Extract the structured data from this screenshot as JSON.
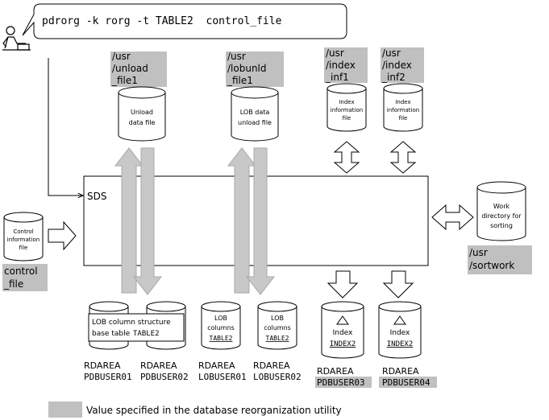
{
  "command": "pdrorg -k rorg -t TABLE2  control_file",
  "sds_label": "SDS",
  "control_file": {
    "cyl_lines": [
      "Control",
      "information",
      "file"
    ],
    "path_lines": [
      "control",
      "_file"
    ]
  },
  "unload_file": {
    "path_lines": [
      "/usr",
      "/unload",
      "_file1"
    ],
    "cyl_lines": [
      "Unload",
      "data file"
    ]
  },
  "lob_unload_file": {
    "path_lines": [
      "/usr",
      "/lobunld",
      "_file1"
    ],
    "cyl_lines": [
      "LOB data",
      "unload file"
    ]
  },
  "index_inf1": {
    "path_lines": [
      "/usr",
      "/index",
      "_inf1"
    ],
    "cyl_lines": [
      "Index",
      "information",
      "file"
    ]
  },
  "index_inf2": {
    "path_lines": [
      "/usr",
      "/index",
      "_inf2"
    ],
    "cyl_lines": [
      "Index",
      "information",
      "file"
    ]
  },
  "work_dir": {
    "cyl_lines": [
      "Work",
      "directory for",
      "sorting"
    ],
    "path_lines": [
      "/usr",
      "/sortwork"
    ]
  },
  "base_table": {
    "lines": [
      "LOB column structure",
      "base table"
    ],
    "table_name": "TABLE2"
  },
  "lob_cols_1": {
    "lines": [
      "LOB",
      "columns"
    ],
    "name": "TABLE2"
  },
  "lob_cols_2": {
    "lines": [
      "LOB",
      "columns"
    ],
    "name": "TABLE2"
  },
  "index_1": {
    "label": "Index",
    "name": "INDEX2"
  },
  "index_2": {
    "label": "Index",
    "name": "INDEX2"
  },
  "rdareas": [
    {
      "type": "RDAREA",
      "name": "PDBUSER01"
    },
    {
      "type": "RDAREA",
      "name": "PDBUSER02"
    },
    {
      "type": "RDAREA",
      "name": "LOBUSER01"
    },
    {
      "type": "RDAREA",
      "name": "LOBUSER02"
    },
    {
      "type": "RDAREA",
      "name": "PDBUSER03"
    },
    {
      "type": "RDAREA",
      "name": "PDBUSER04"
    }
  ],
  "legend_text": "Value specified in the database reorganization utility",
  "colors": {
    "highlight": "#c0c0c0",
    "stroke": "#000000",
    "arrow": "#c8c8c8"
  }
}
